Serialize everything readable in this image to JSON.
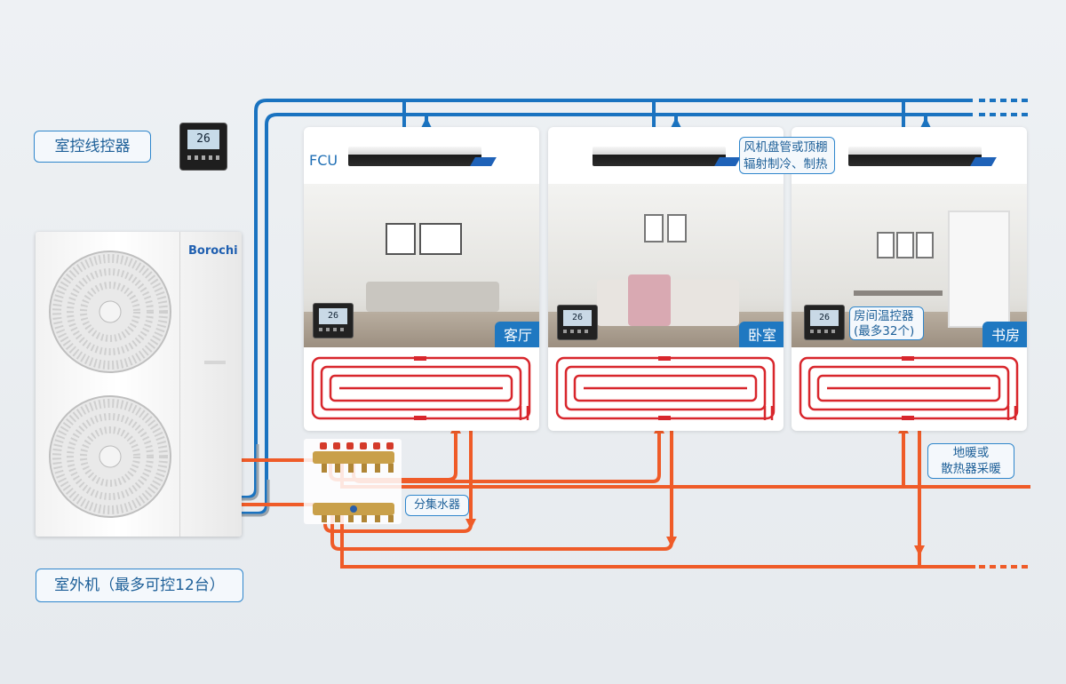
{
  "labels": {
    "wired_controller": "室控线控器",
    "outdoor_unit": "室外机（最多可控12台）",
    "fcu": "FCU",
    "fcu_desc_line1": "风机盘管或顶棚",
    "fcu_desc_line2": "辐射制冷、制热",
    "room_thermostat_line1": "房间温控器",
    "room_thermostat_line2": "(最多32个)",
    "manifold": "分集水器",
    "floor_heating_line1": "地暖或",
    "floor_heating_line2": "散热器采暖"
  },
  "brand": "Borochi",
  "thermostat_display": "26",
  "rooms": [
    {
      "name": "客厅"
    },
    {
      "name": "卧室"
    },
    {
      "name": "书房"
    }
  ],
  "colors": {
    "blue_pipe": "#1a73c0",
    "red_pipe": "#ef5b28",
    "floor_coil": "#d8262c",
    "callout_border": "#2f86cc",
    "label_bg": "#1f78c1"
  }
}
